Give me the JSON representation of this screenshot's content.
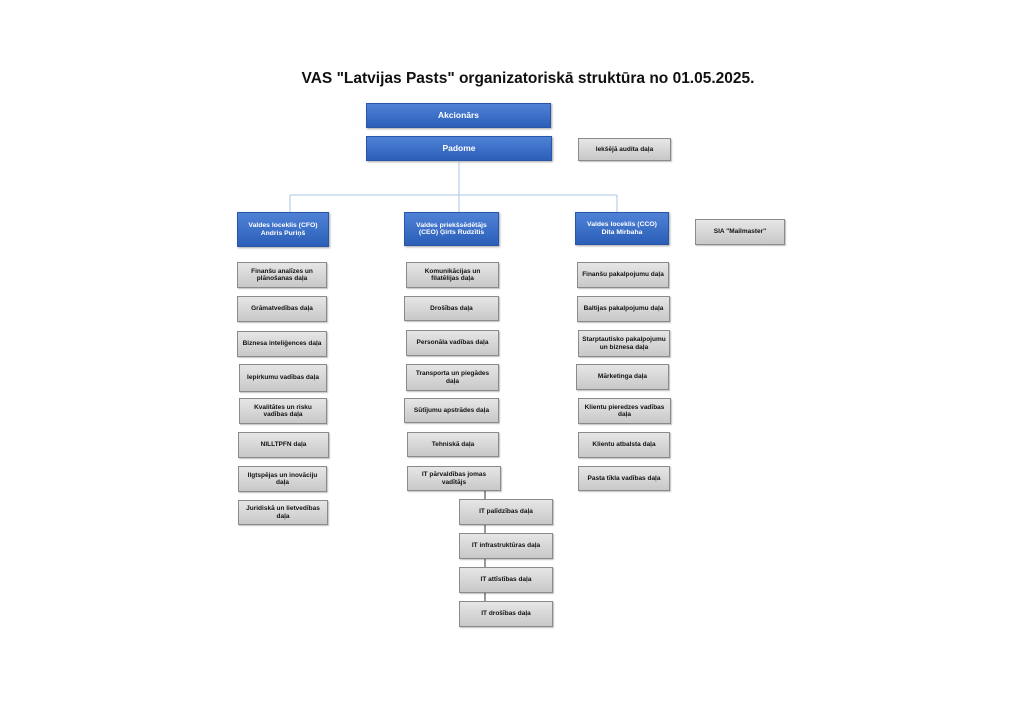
{
  "title": "VAS \"Latvijas Pasts\" organizatoriskā struktūra no 01.05.2025.",
  "colors": {
    "accent_blue": "#3a6ec6",
    "box_gray": "#d6d6d6",
    "connector": "#a9c6e6"
  },
  "top": {
    "akcionars": "Akcionārs",
    "padome": "Padome",
    "audit": "Iekšējā audita daļa"
  },
  "cfo": {
    "title": "Valdes loceklis (CFO) Andris Puriņš",
    "units": [
      "Finanšu analīzes un plānošanas daļa",
      "Grāmatvedības daļa",
      "Biznesa inteliģences daļa",
      "Iepirkumu vadības daļa",
      "Kvalitātes un risku vadības daļa",
      "NILLTPFN daļa",
      "Ilgtspējas un inovāciju daļa",
      "Juridiskā un lietvedības daļa"
    ]
  },
  "ceo": {
    "title": "Valdes priekšsēdētājs (CEO) Ģirts Rudzītis",
    "units": [
      "Komunikācijas un filatēlijas daļa",
      "Drošības daļa",
      "Personāla vadības daļa",
      "Transporta un piegādes daļa",
      "Sūtījumu apstrādes daļa",
      "Tehniskā daļa",
      "IT pārvaldības jomas vadītājs"
    ],
    "it_units": [
      "IT palīdzības daļa",
      "IT infrastruktūras daļa",
      "IT attīstības daļa",
      "IT drošības daļa"
    ]
  },
  "cco": {
    "title": "Valdes loceklis (CCO) Dita Mirbaha",
    "units": [
      "Finanšu pakalpojumu daļa",
      "Baltijas pakalpojumu daļa",
      "Starptautisko pakalpojumu un biznesa daļa",
      "Mārketinga daļa",
      "Klientu pieredzes vadības daļa",
      "Klientu atbalsta daļa",
      "Pasta tīkla vadības daļa"
    ]
  },
  "subsidiary": "SIA \"Mailmaster\""
}
